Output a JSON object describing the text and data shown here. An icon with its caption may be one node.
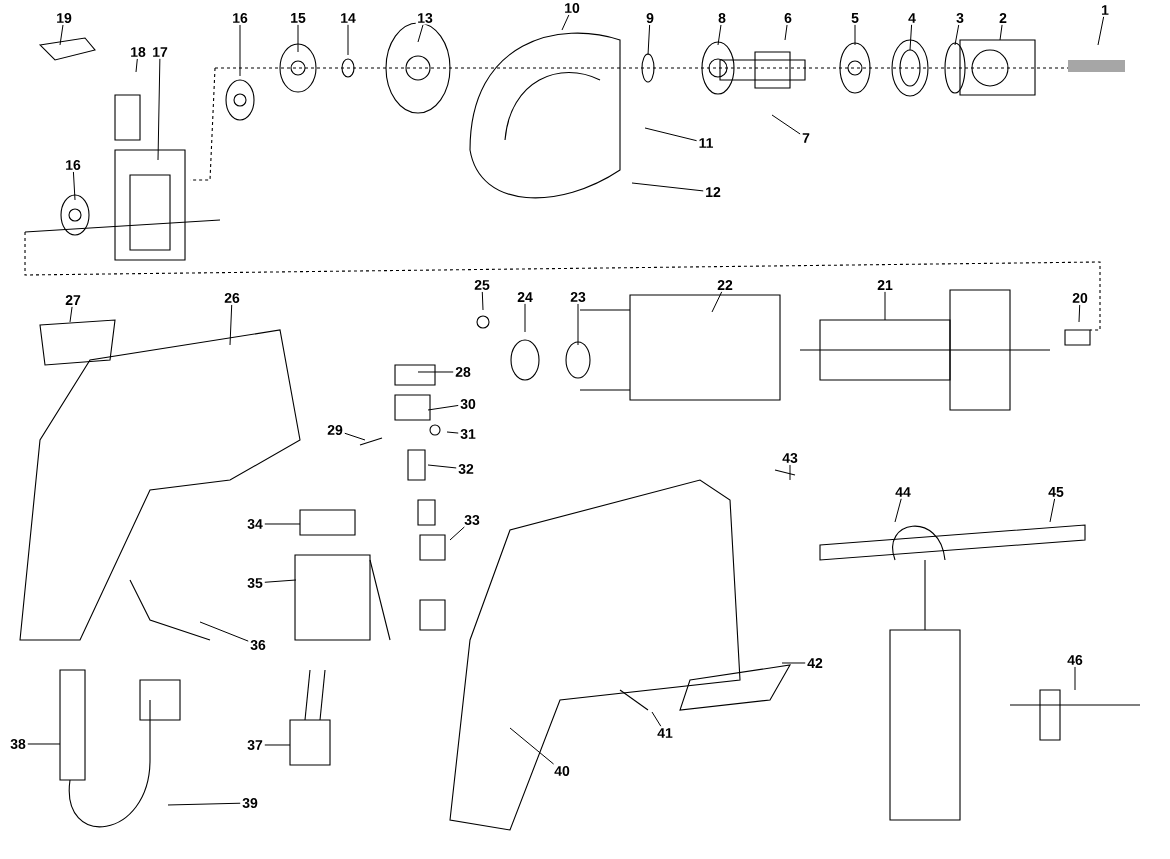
{
  "diagram": {
    "nodes": [
      {
        "text": [
          "1"
        ]
      },
      {
        "text": [
          "2"
        ]
      },
      {
        "text": [
          "3"
        ]
      },
      {
        "text": [
          "4"
        ]
      },
      {
        "text": [
          "5"
        ]
      },
      {
        "text": [
          "6"
        ]
      },
      {
        "text": [
          "7"
        ]
      },
      {
        "text": [
          "8"
        ]
      },
      {
        "text": [
          "9"
        ]
      },
      {
        "text": [
          "10"
        ]
      },
      {
        "text": [
          "11"
        ]
      },
      {
        "text": [
          "12"
        ]
      },
      {
        "text": [
          "13"
        ]
      },
      {
        "text": [
          "14"
        ]
      },
      {
        "text": [
          "15"
        ]
      },
      {
        "text": [
          "16"
        ]
      },
      {
        "text": [
          "17"
        ]
      },
      {
        "text": [
          "18"
        ]
      },
      {
        "text": [
          "19"
        ]
      },
      {
        "text": [
          "16"
        ]
      },
      {
        "text": [
          "20"
        ]
      },
      {
        "text": [
          "21"
        ]
      },
      {
        "text": [
          "22"
        ]
      },
      {
        "text": [
          "23"
        ]
      },
      {
        "text": [
          "24"
        ]
      },
      {
        "text": [
          "25"
        ]
      },
      {
        "text": [
          "26"
        ]
      },
      {
        "text": [
          "27"
        ]
      },
      {
        "text": [
          "28"
        ]
      },
      {
        "text": [
          "29"
        ]
      },
      {
        "text": [
          "30"
        ]
      },
      {
        "text": [
          "31"
        ]
      },
      {
        "text": [
          "32"
        ]
      },
      {
        "text": [
          "33"
        ]
      },
      {
        "text": [
          "34"
        ]
      },
      {
        "text": [
          "35"
        ]
      },
      {
        "text": [
          "36"
        ]
      },
      {
        "text": [
          "37"
        ]
      },
      {
        "text": [
          "38"
        ]
      },
      {
        "text": [
          "39"
        ]
      },
      {
        "text": [
          "40"
        ]
      },
      {
        "text": [
          "41"
        ]
      },
      {
        "text": [
          "42"
        ]
      },
      {
        "text": [
          "43"
        ]
      },
      {
        "text": [
          "44"
        ]
      },
      {
        "text": [
          "45"
        ]
      },
      {
        "text": [
          "46"
        ]
      }
    ],
    "edges": [
      {
        "from": 0,
        "to": null,
        "arrow": "none"
      },
      {
        "from": 1,
        "to": null,
        "arrow": "none"
      },
      {
        "from": 2,
        "to": null,
        "arrow": "none"
      },
      {
        "from": 3,
        "to": null,
        "arrow": "none"
      },
      {
        "from": 4,
        "to": null,
        "arrow": "none"
      },
      {
        "from": 5,
        "to": null,
        "arrow": "none"
      },
      {
        "from": 6,
        "to": null,
        "arrow": "none"
      },
      {
        "from": 7,
        "to": null,
        "arrow": "none"
      },
      {
        "from": 8,
        "to": null,
        "arrow": "none"
      },
      {
        "from": 9,
        "to": null,
        "arrow": "none"
      },
      {
        "from": 10,
        "to": null,
        "arrow": "none"
      },
      {
        "from": 11,
        "to": null,
        "arrow": "none"
      },
      {
        "from": 12,
        "to": null,
        "arrow": "none"
      },
      {
        "from": 13,
        "to": null,
        "arrow": "none"
      },
      {
        "from": 14,
        "to": null,
        "arrow": "none"
      },
      {
        "from": 15,
        "to": null,
        "arrow": "none"
      },
      {
        "from": 16,
        "to": null,
        "arrow": "none"
      },
      {
        "from": 17,
        "to": null,
        "arrow": "none"
      },
      {
        "from": 18,
        "to": null,
        "arrow": "none"
      },
      {
        "from": 19,
        "to": null,
        "arrow": "none"
      },
      {
        "from": 20,
        "to": null,
        "arrow": "none"
      },
      {
        "from": 21,
        "to": null,
        "arrow": "none"
      },
      {
        "from": 22,
        "to": null,
        "arrow": "none"
      },
      {
        "from": 23,
        "to": null,
        "arrow": "none"
      },
      {
        "from": 24,
        "to": null,
        "arrow": "none"
      },
      {
        "from": 25,
        "to": null,
        "arrow": "none"
      },
      {
        "from": 26,
        "to": null,
        "arrow": "none"
      },
      {
        "from": 27,
        "to": null,
        "arrow": "none"
      },
      {
        "from": 28,
        "to": null,
        "arrow": "none"
      },
      {
        "from": 29,
        "to": null,
        "arrow": "none"
      },
      {
        "from": 30,
        "to": null,
        "arrow": "none"
      },
      {
        "from": 31,
        "to": null,
        "arrow": "none"
      },
      {
        "from": 32,
        "to": null,
        "arrow": "none"
      },
      {
        "from": 33,
        "to": null,
        "arrow": "none"
      },
      {
        "from": 34,
        "to": null,
        "arrow": "none"
      },
      {
        "from": 35,
        "to": null,
        "arrow": "none"
      },
      {
        "from": 36,
        "to": null,
        "arrow": "none"
      },
      {
        "from": 37,
        "to": null,
        "arrow": "none"
      },
      {
        "from": 38,
        "to": null,
        "arrow": "none"
      },
      {
        "from": 39,
        "to": null,
        "arrow": "none"
      },
      {
        "from": 40,
        "to": null,
        "arrow": "none"
      },
      {
        "from": 41,
        "to": null,
        "arrow": "none"
      },
      {
        "from": 42,
        "to": null,
        "arrow": "none"
      },
      {
        "from": 43,
        "to": null,
        "arrow": "none"
      },
      {
        "from": 44,
        "to": null,
        "arrow": "none"
      },
      {
        "from": 45,
        "to": null,
        "arrow": "none"
      },
      {
        "from": 46,
        "to": null,
        "arrow": "none"
      }
    ]
  }
}
